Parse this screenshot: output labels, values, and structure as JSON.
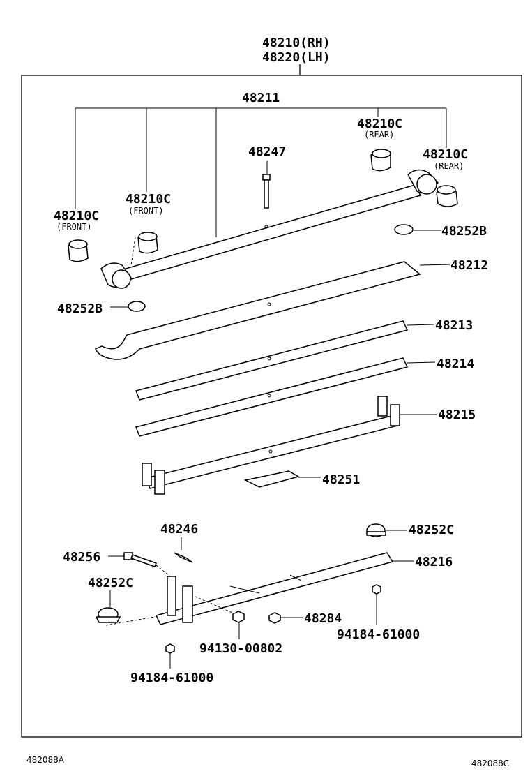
{
  "assembly": {
    "rh": "48210(RH)",
    "lh": "48220(LH)"
  },
  "labels": {
    "p48211": "48211",
    "p48210c_front_left": "48210C",
    "front_left_note": "(FRONT)",
    "p48210c_front_mid": "48210C",
    "front_mid_note": "(FRONT)",
    "p48210c_rear_top": "48210C",
    "rear_top_note": "(REAR)",
    "p48210c_rear_right": "48210C",
    "rear_right_note": "(REAR)",
    "p48247": "48247",
    "p48252b_right": "48252B",
    "p48252b_left": "48252B",
    "p48212": "48212",
    "p48213": "48213",
    "p48214": "48214",
    "p48215": "48215",
    "p48251": "48251",
    "p48246": "48246",
    "p48252c_right": "48252C",
    "p48256": "48256",
    "p48216": "48216",
    "p48252c_left": "48252C",
    "p48284": "48284",
    "p94184_right": "94184-61000",
    "p94130": "94130-00802",
    "p94184_bottom": "94184-61000"
  },
  "footer": {
    "left_code": "482088A",
    "right_code": "482088C"
  }
}
